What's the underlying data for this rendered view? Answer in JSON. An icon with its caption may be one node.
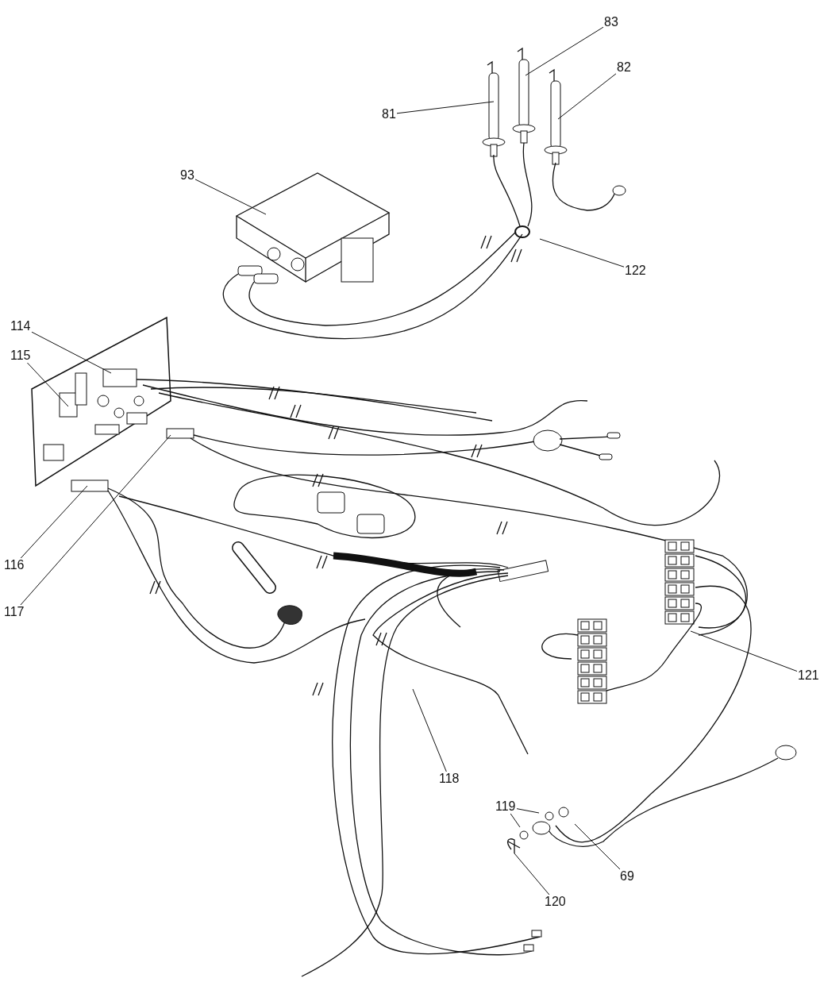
{
  "diagram": {
    "nodes": [
      {
        "text": [
          "83"
        ]
      },
      {
        "text": [
          "82"
        ]
      },
      {
        "text": [
          "81"
        ]
      },
      {
        "text": [
          "93"
        ]
      },
      {
        "text": [
          "122"
        ]
      },
      {
        "text": [
          "114"
        ]
      },
      {
        "text": [
          "115"
        ]
      },
      {
        "text": [
          "116"
        ]
      },
      {
        "text": [
          "117"
        ]
      },
      {
        "text": [
          "121"
        ]
      },
      {
        "text": [
          "118"
        ]
      },
      {
        "text": [
          "119"
        ]
      },
      {
        "text": [
          "69"
        ]
      },
      {
        "text": [
          "120"
        ]
      }
    ],
    "edges": [
      {
        "from": 0,
        "to": null,
        "arrow": "none"
      },
      {
        "from": 1,
        "to": null,
        "arrow": "none"
      },
      {
        "from": 2,
        "to": null,
        "arrow": "none"
      },
      {
        "from": 3,
        "to": null,
        "arrow": "none"
      },
      {
        "from": 4,
        "to": null,
        "arrow": "none"
      },
      {
        "from": 5,
        "to": null,
        "arrow": "none"
      },
      {
        "from": 6,
        "to": null,
        "arrow": "none"
      },
      {
        "from": 7,
        "to": null,
        "arrow": "none"
      },
      {
        "from": 8,
        "to": null,
        "arrow": "none"
      },
      {
        "from": 9,
        "to": null,
        "arrow": "none"
      },
      {
        "from": 10,
        "to": null,
        "arrow": "none"
      },
      {
        "from": 11,
        "to": null,
        "arrow": "none"
      },
      {
        "from": 11,
        "to": null,
        "arrow": "none"
      },
      {
        "from": 12,
        "to": null,
        "arrow": "none"
      },
      {
        "from": 13,
        "to": null,
        "arrow": "none"
      }
    ]
  }
}
